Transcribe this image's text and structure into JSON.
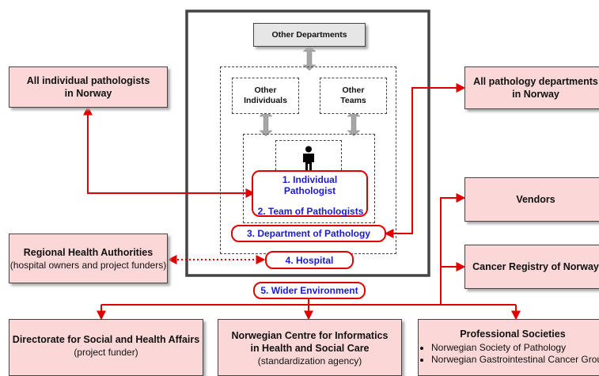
{
  "top": {
    "other_departments": "Other Departments",
    "other_individuals": "Other\nIndividuals",
    "other_teams": "Other\nTeams"
  },
  "levels": {
    "l1": "1. Individual\nPathologist",
    "l2": "2. Team of Pathologists",
    "l3": "3. Department of Pathology",
    "l4": "4. Hospital",
    "l5": "5. Wider Environment"
  },
  "left": {
    "all_pathologists": "All individual pathologists\nin Norway",
    "regional_title": "Regional Health Authorities",
    "regional_sub": "(hospital owners and project funders)"
  },
  "right": {
    "all_departments": "All pathology departments\nin Norway",
    "vendors": "Vendors",
    "cancer_registry": "Cancer Registry of Norway"
  },
  "bottom": {
    "directorate_title": "Directorate for Social and Health Affairs",
    "directorate_sub": "(project funder)",
    "ncf_title": "Norwegian Centre for Informatics\nin Health and Social Care",
    "ncf_sub": "(standardization agency)",
    "prof_title": "Professional Societies",
    "prof_items": [
      "Norwegian Society of Pathology",
      "Norwegian Gastrointestinal Cancer Grou"
    ]
  },
  "colors": {
    "connector": "#e00000",
    "level_text": "#1a1ad6",
    "box_fill": "#fbd7d7",
    "grey_fill": "#e6e6e6"
  },
  "icons": [
    "person-icon"
  ]
}
